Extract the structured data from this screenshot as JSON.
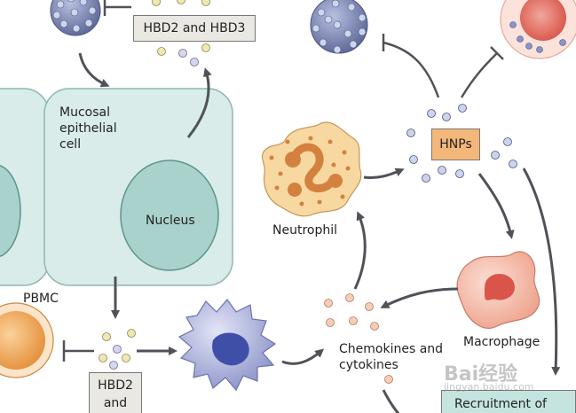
{
  "labels": {
    "hbd23": "HBD2 and HBD3",
    "mucosal": [
      "Mucosal",
      "epithelial",
      "cell"
    ],
    "nucleus": "Nucleus",
    "pbmc": "PBMC",
    "neutrophil": "Neutrophil",
    "hnps": "HNPs",
    "macrophage": "Macrophage",
    "chemokines": [
      "Chemokines and",
      "cytokines"
    ],
    "hbd2box": [
      "HBD2",
      "and"
    ],
    "recruitment": "Recruitment of"
  },
  "watermark": {
    "brand": "Bai",
    "brand_suffix": "经验",
    "url": "jingyan.baidu.com"
  },
  "colors": {
    "epithelial_fill": "#d9ecea",
    "epithelial_stroke": "#8fb7b3",
    "nucleus_fill": "#a9d2cc",
    "nucleus_stroke": "#5e948c",
    "arrow": "#4f5358",
    "box_fill": "#e9e8e2",
    "hnps_box": "#f3b779",
    "recruit_box": "#c5e4e0",
    "virus": "#6f7aa8",
    "neutrophil": "#f7d8a0",
    "neutrophil_nucleus": "#d3813f",
    "macrophage": "#f1b4a2",
    "dendritic": "#9aa0d3",
    "pbmc": "#f0a55a"
  }
}
